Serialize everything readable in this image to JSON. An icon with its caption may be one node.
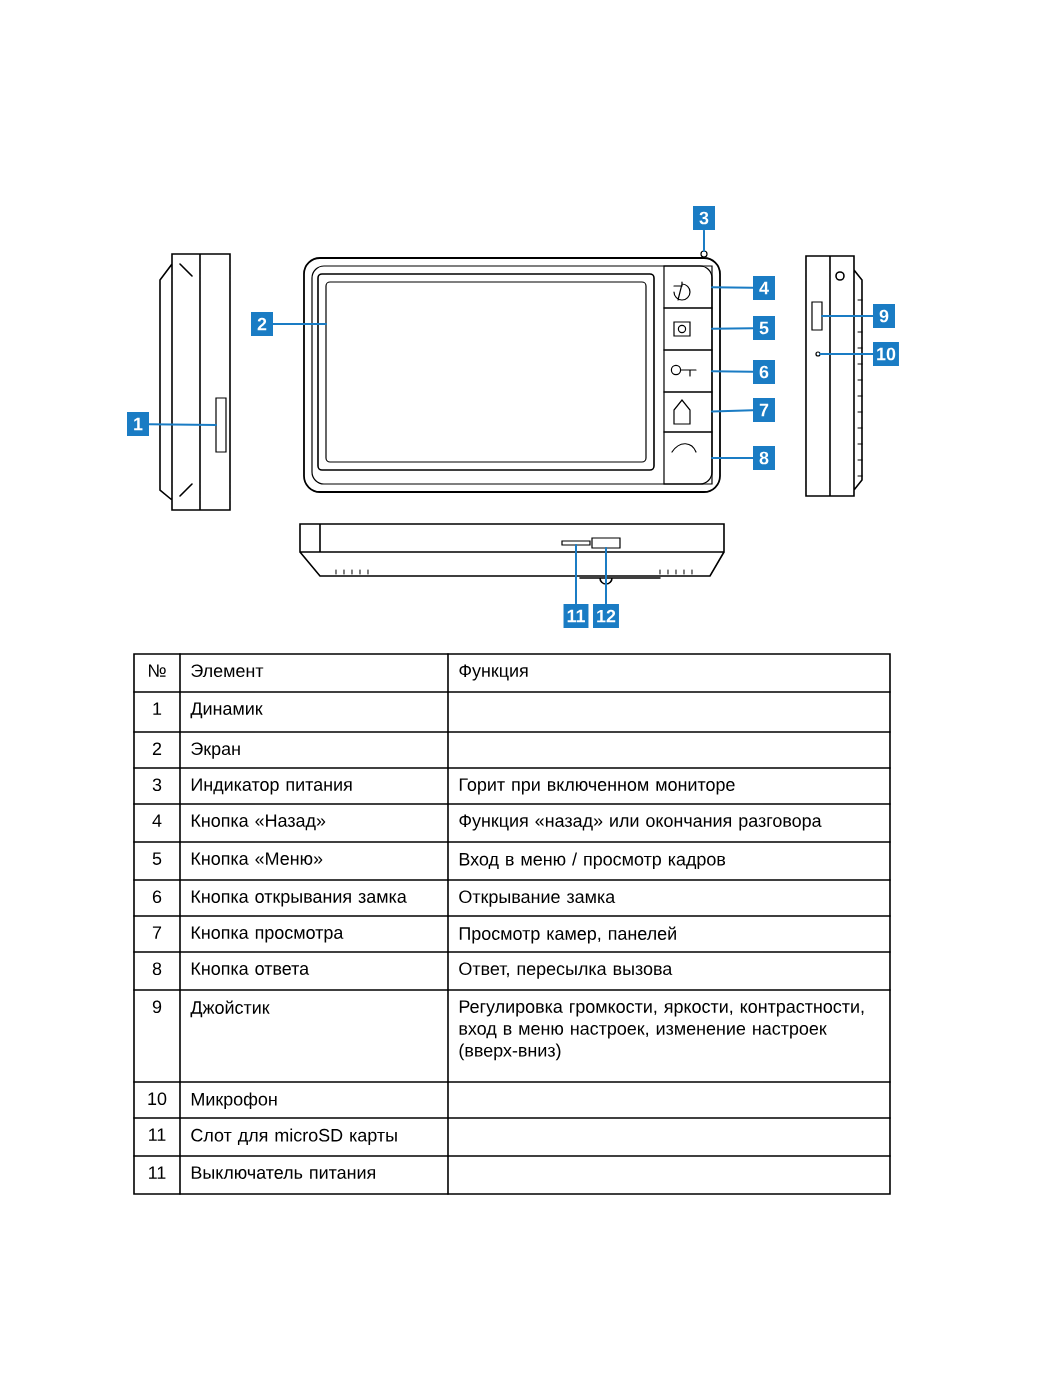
{
  "diagram": {
    "nodes": [
      {
        "text": [
          "1"
        ]
      },
      {
        "text": [
          "2"
        ]
      },
      {
        "text": [
          "3"
        ]
      },
      {
        "text": [
          "4"
        ]
      },
      {
        "text": [
          "5"
        ]
      },
      {
        "text": [
          "6"
        ]
      },
      {
        "text": [
          "7"
        ]
      },
      {
        "text": [
          "8"
        ]
      },
      {
        "text": [
          "9"
        ]
      },
      {
        "text": [
          "10"
        ]
      },
      {
        "text": [
          "11"
        ]
      },
      {
        "text": [
          "12"
        ]
      },
      {
        "text": [],
        "shape": "box"
      },
      {
        "text": [],
        "shape": "box"
      },
      {
        "text": [],
        "shape": "circle"
      },
      {
        "text": [],
        "shape": "box"
      },
      {
        "text": [],
        "shape": "box"
      },
      {
        "text": [],
        "shape": "box"
      },
      {
        "text": [],
        "shape": "box"
      },
      {
        "text": [],
        "shape": "box"
      },
      {
        "text": [],
        "shape": "box"
      },
      {
        "text": [],
        "shape": "circle"
      },
      {
        "text": [],
        "shape": "box"
      },
      {
        "text": [],
        "shape": "box"
      }
    ],
    "edges": [
      {
        "from": 0,
        "to": 12,
        "arrow": "none"
      },
      {
        "from": 1,
        "to": 13,
        "arrow": "none"
      },
      {
        "from": 2,
        "to": 14,
        "arrow": "none"
      },
      {
        "from": 3,
        "to": 15,
        "arrow": "none"
      },
      {
        "from": 4,
        "to": 16,
        "arrow": "none"
      },
      {
        "from": 5,
        "to": 17,
        "arrow": "none"
      },
      {
        "from": 6,
        "to": 18,
        "arrow": "none"
      },
      {
        "from": 7,
        "to": 19,
        "arrow": "none"
      },
      {
        "from": 8,
        "to": 20,
        "arrow": "none"
      },
      {
        "from": 9,
        "to": 21,
        "arrow": "none"
      },
      {
        "from": 10,
        "to": 22,
        "arrow": "none"
      },
      {
        "from": 11,
        "to": 23,
        "arrow": "none"
      }
    ],
    "labels": [
      "№",
      "Элемент",
      "Функция",
      "1",
      "Динамик",
      "2",
      "Экран",
      "3",
      "Индикатор питания",
      "Горит при включенном мониторе",
      "4",
      "Кнопка «Назад»",
      "Функция «назад» или окончания разговора",
      "5",
      "Кнопка «Меню»",
      "Вход в меню / просмотр кадров",
      "6",
      "Кнопка открывания замка",
      "Открывание замка",
      "7",
      "Кнопка просмотра",
      "Просмотр камер, панелей",
      "8",
      "Кнопка ответа",
      "Ответ, пересылка вызова",
      "9",
      "Джойстик",
      "Регулировка громкости, яркости, контрастности, вход в меню настроек, изменение настроек (вверх-вниз)",
      "10",
      "Микрофон",
      "11",
      "Слот для microSD карты",
      "11",
      "Выключатель питания"
    ]
  }
}
